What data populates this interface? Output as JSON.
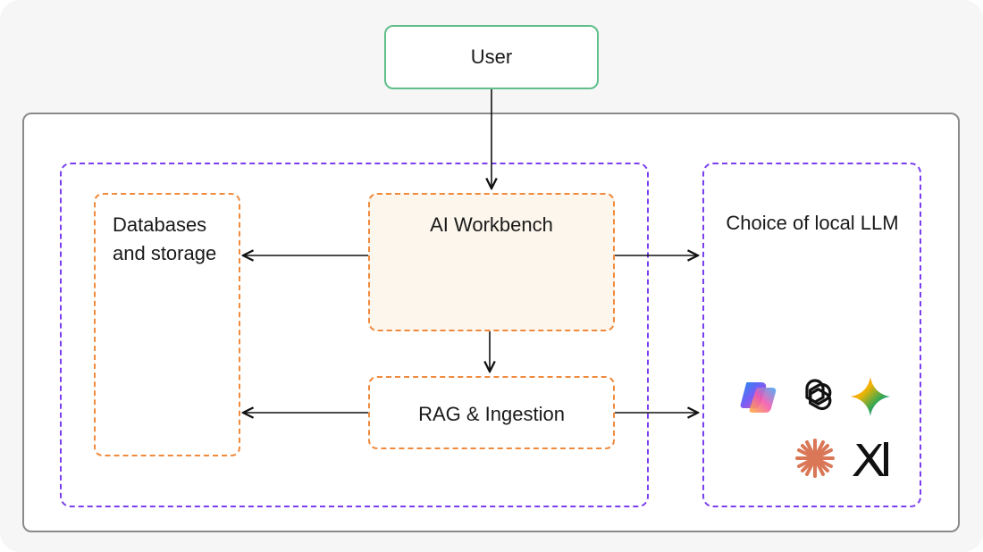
{
  "diagram": {
    "user_label": "User",
    "databases_label": "Databases and storage",
    "workbench_label": "AI Workbench",
    "rag_label": "RAG & Ingestion",
    "llm_label": "Choice of local LLM"
  },
  "llm_logos": [
    {
      "icon": "copilot-logo-icon"
    },
    {
      "icon": "openai-logo-icon"
    },
    {
      "icon": "gemini-logo-icon"
    },
    {
      "icon": "claude-logo-icon"
    },
    {
      "icon": "xai-logo-icon"
    }
  ],
  "colors": {
    "user_border": "#5fbf8a",
    "group_border": "#7a3ef0",
    "component_border": "#f08a3c",
    "workbench_fill": "#fdf6ec",
    "frame_border": "#8a8a8a",
    "background": "#f6f6f6"
  }
}
